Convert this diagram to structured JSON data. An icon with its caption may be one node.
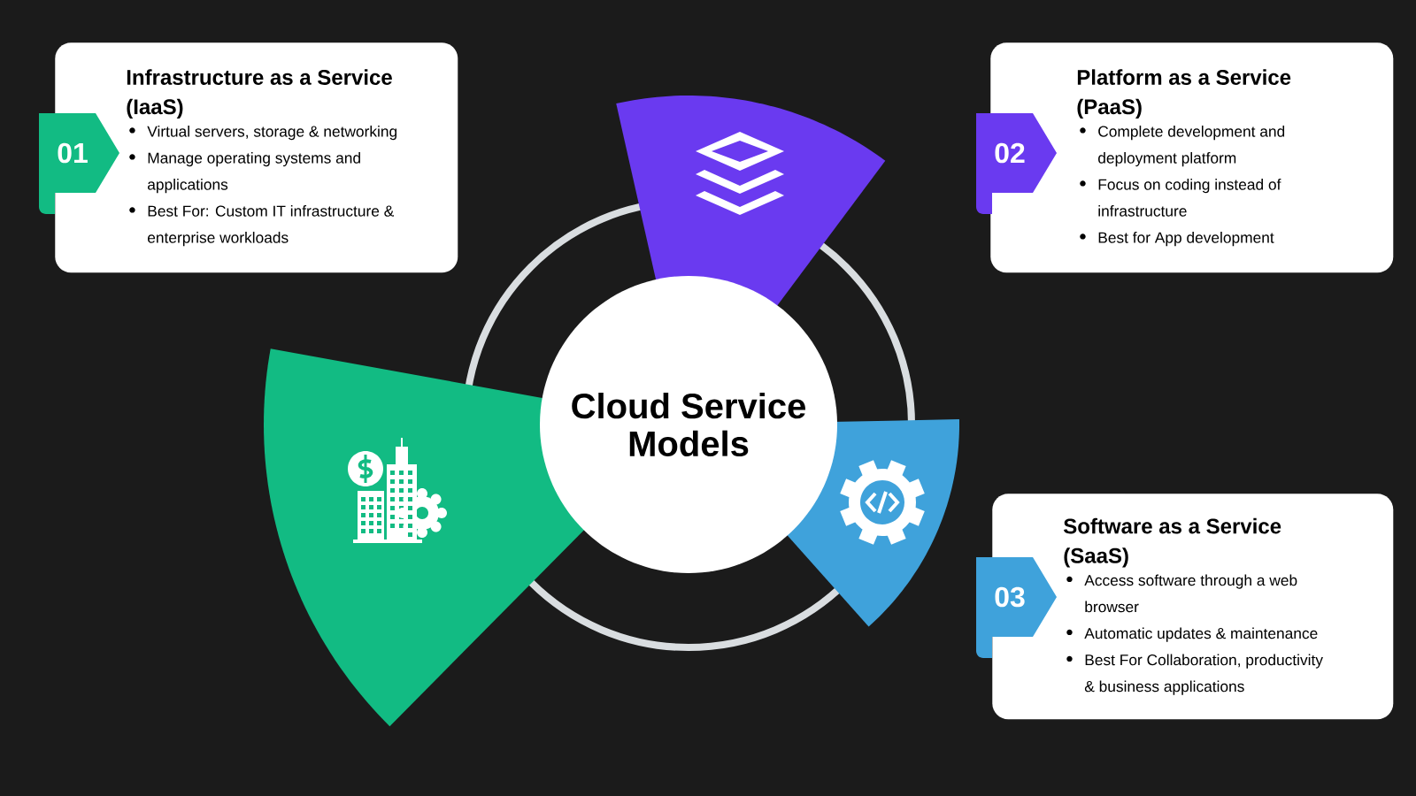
{
  "diagram": {
    "nodes": [
      {
        "text": [
          "Cloud Service Models"
        ]
      },
      {
        "text": [
          "Infrastructure as a Service (IaaS)",
          "Virtual servers, storage & networking",
          "Manage operating systems and applications",
          "Best For: Custom IT infrastructure & enterprise workloads"
        ]
      },
      {
        "text": [
          "01"
        ]
      },
      {
        "text": [
          "Platform as a Service (PaaS)",
          "Complete development and deployment platform",
          "Focus on coding instead of infrastructure",
          "Best for App development"
        ]
      },
      {
        "text": [
          "02"
        ]
      },
      {
        "text": [
          "Software as a Service (SaaS)",
          "Access software through a web browser",
          "Automatic updates & maintenance",
          "Best For Collaboration, productivity & business applications"
        ]
      },
      {
        "text": [
          "03"
        ]
      }
    ]
  }
}
